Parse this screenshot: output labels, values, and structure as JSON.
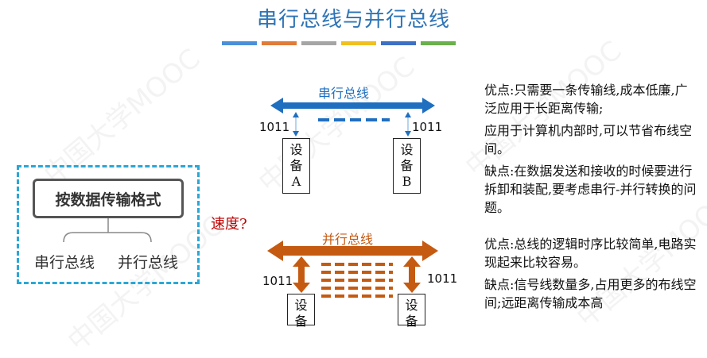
{
  "title": "串行总线与并行总线",
  "title_stripe_colors": [
    "#4a90d9",
    "#e07b39",
    "#a5a5a5",
    "#f0c020",
    "#3d6fc4",
    "#6ab04c"
  ],
  "watermark": "中国大学MOOC",
  "classification": {
    "root": "按数据传输格式",
    "children": [
      "串行总线",
      "并行总线"
    ]
  },
  "speed_question": "速度?",
  "serial": {
    "label": "串行总线",
    "data_left": "1011",
    "data_right": "1011",
    "device_a": "设备A",
    "device_b": "设备B",
    "color": "#1f6fc0"
  },
  "parallel": {
    "label": "并行总线",
    "data_left": "1011",
    "data_right": "1011",
    "device_a": "设备",
    "device_b": "设备",
    "color": "#c55a11"
  },
  "serial_text": {
    "advantages": "优点:只需要一条传输线,成本低廉,广泛应用于长距离传输;",
    "application": "应用于计算机内部时,可以节省布线空间。",
    "disadvantages": "缺点:在数据发送和接收的时候要进行拆卸和装配,要考虑串行-并行转换的问题。"
  },
  "parallel_text": {
    "advantages": "优点:总线的逻辑时序比较简单,电路实现起来比较容易。",
    "disadvantages": "缺点:信号线数量多,占用更多的布线空间;远距离传输成本高"
  }
}
